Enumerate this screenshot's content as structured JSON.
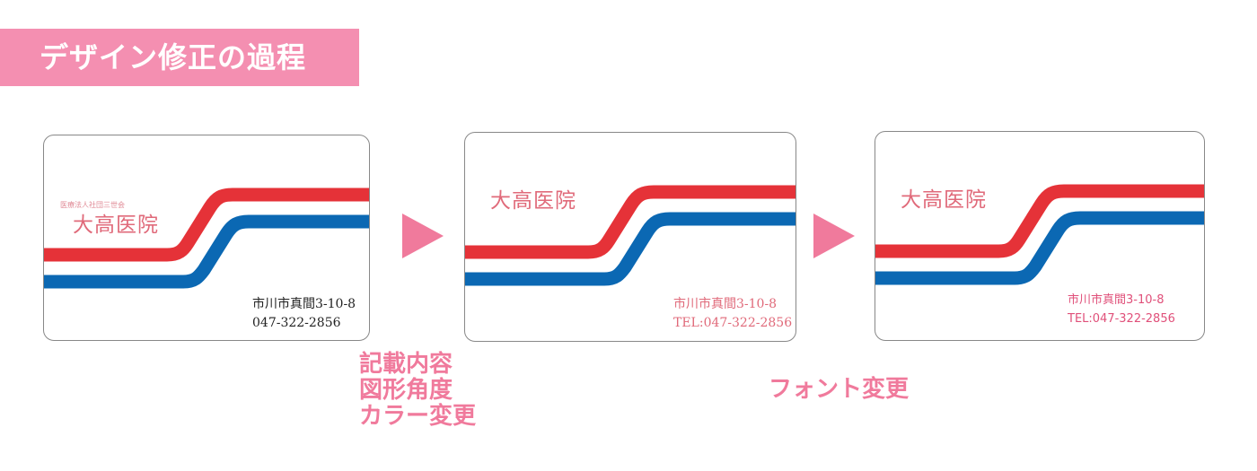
{
  "title": "デザイン修正の過程",
  "colors": {
    "accent": "#f07a9c",
    "red": "#e53238",
    "blue": "#0b68b3"
  },
  "cards": [
    {
      "sub": "医療法人社団三世会",
      "name": "大高医院",
      "address": "市川市真間3-10-8",
      "phone": "047-322-2856"
    },
    {
      "name": "大高医院",
      "address": "市川市真間3-10-8",
      "phone": "TEL:047-322-2856"
    },
    {
      "name": "大高医院",
      "address": "市川市真間3-10-8",
      "phone": "TEL:047-322-2856"
    }
  ],
  "notes": [
    [
      "記載内容",
      "図形角度",
      "カラー変更"
    ],
    [
      "フォント変更"
    ]
  ]
}
